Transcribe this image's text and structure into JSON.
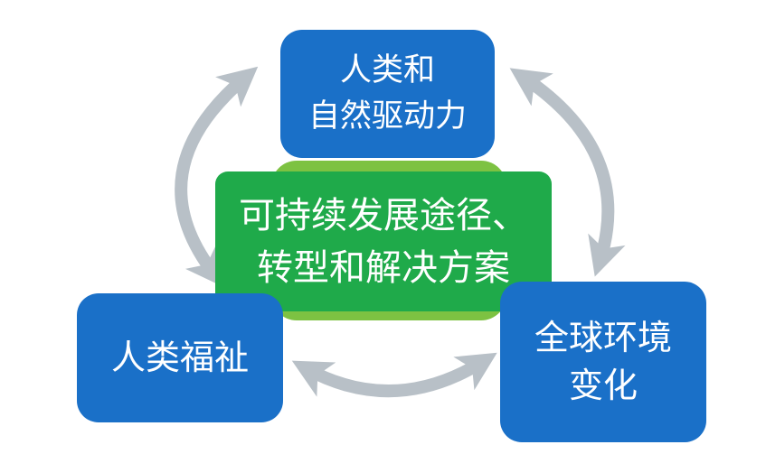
{
  "diagram": {
    "type": "cycle-diagram",
    "nodes": {
      "top": {
        "id": "human-natural-drivers",
        "lines": [
          "人类和",
          "自然驱动力"
        ]
      },
      "center": {
        "id": "sustainable-pathways",
        "lines": [
          "可持续发展途径、",
          "转型和解决方案"
        ]
      },
      "bottom_left": {
        "id": "human-wellbeing",
        "lines": [
          "人类福祉"
        ]
      },
      "bottom_right": {
        "id": "global-environmental-change",
        "lines": [
          "全球环境",
          "变化"
        ]
      }
    },
    "arrows": [
      {
        "name": "arrow-left",
        "between": [
          "human-wellbeing",
          "human-natural-drivers"
        ],
        "double_headed": true
      },
      {
        "name": "arrow-right",
        "between": [
          "human-natural-drivers",
          "global-environmental-change"
        ],
        "double_headed": true
      },
      {
        "name": "arrow-bottom",
        "between": [
          "human-wellbeing",
          "global-environmental-change"
        ],
        "double_headed": true
      }
    ],
    "colors": {
      "node_blue": "#1a70c8",
      "center_green": "#1faa4a",
      "center_green_light": "#7dc242",
      "arrow_gray": "#b8c0c7",
      "text": "#ffffff",
      "background": "#ffffff"
    }
  }
}
